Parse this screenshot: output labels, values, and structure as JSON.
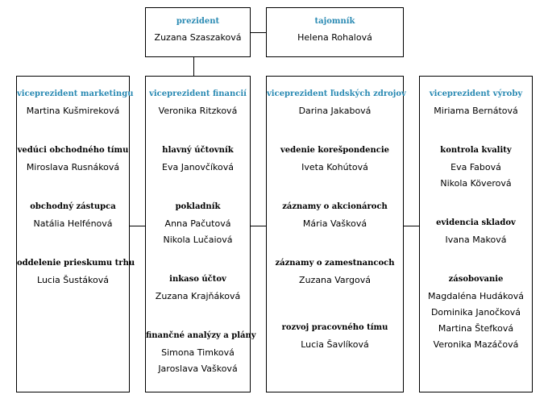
{
  "top": {
    "president": {
      "title": "prezident",
      "name": "Zuzana Szaszaková"
    },
    "secretary": {
      "title": "tajomník",
      "name": "Helena Rohalová"
    }
  },
  "columns": [
    {
      "title": "viceprezident marketingu",
      "head": "Martina Kušmireková",
      "sections": [
        {
          "role": "vedúci obchodného tímu",
          "names": [
            "Miroslava Rusnáková"
          ]
        },
        {
          "role": "obchodný zástupca",
          "names": [
            "Natália Helfénová"
          ]
        },
        {
          "role": "oddelenie prieskumu trhu",
          "names": [
            "Lucia Šustáková"
          ]
        }
      ]
    },
    {
      "title": "viceprezident financií",
      "head": "Veronika Ritzková",
      "sections": [
        {
          "role": "hlavný účtovník",
          "names": [
            "Eva Janovčíková"
          ]
        },
        {
          "role": "pokladník",
          "names": [
            "Anna Pačutová",
            "Nikola Lučaiová"
          ]
        },
        {
          "role": "inkaso účtov",
          "names": [
            "Zuzana Krajňáková"
          ]
        },
        {
          "role": "finančné analýzy a plány",
          "names": [
            "Simona Timková",
            "Jaroslava Vašková"
          ]
        }
      ]
    },
    {
      "title": "viceprezident ľudských zdrojov",
      "head": "Darina Jakabová",
      "sections": [
        {
          "role": "vedenie korešpondencie",
          "names": [
            "Iveta Kohútová"
          ]
        },
        {
          "role": "záznamy o akcionároch",
          "names": [
            "Mária Vašková"
          ]
        },
        {
          "role": "záznamy o zamestnancoch",
          "names": [
            "Zuzana Vargová"
          ]
        },
        {
          "role": "rozvoj pracovného tímu",
          "names": [
            "Lucia Šavlíková"
          ]
        }
      ]
    },
    {
      "title": "viceprezident výroby",
      "head": "Miriama Bernátová",
      "sections": [
        {
          "role": "kontrola kvality",
          "names": [
            "Eva Fabová",
            "Nikola Köverová"
          ]
        },
        {
          "role": "evidencia skladov",
          "names": [
            "Ivana Maková"
          ]
        },
        {
          "role": "zásobovanie",
          "names": [
            "Magdaléna Hudáková",
            "Dominika Janočková",
            "Martina Štefková",
            "Veronika Mazáčová"
          ]
        }
      ]
    }
  ]
}
